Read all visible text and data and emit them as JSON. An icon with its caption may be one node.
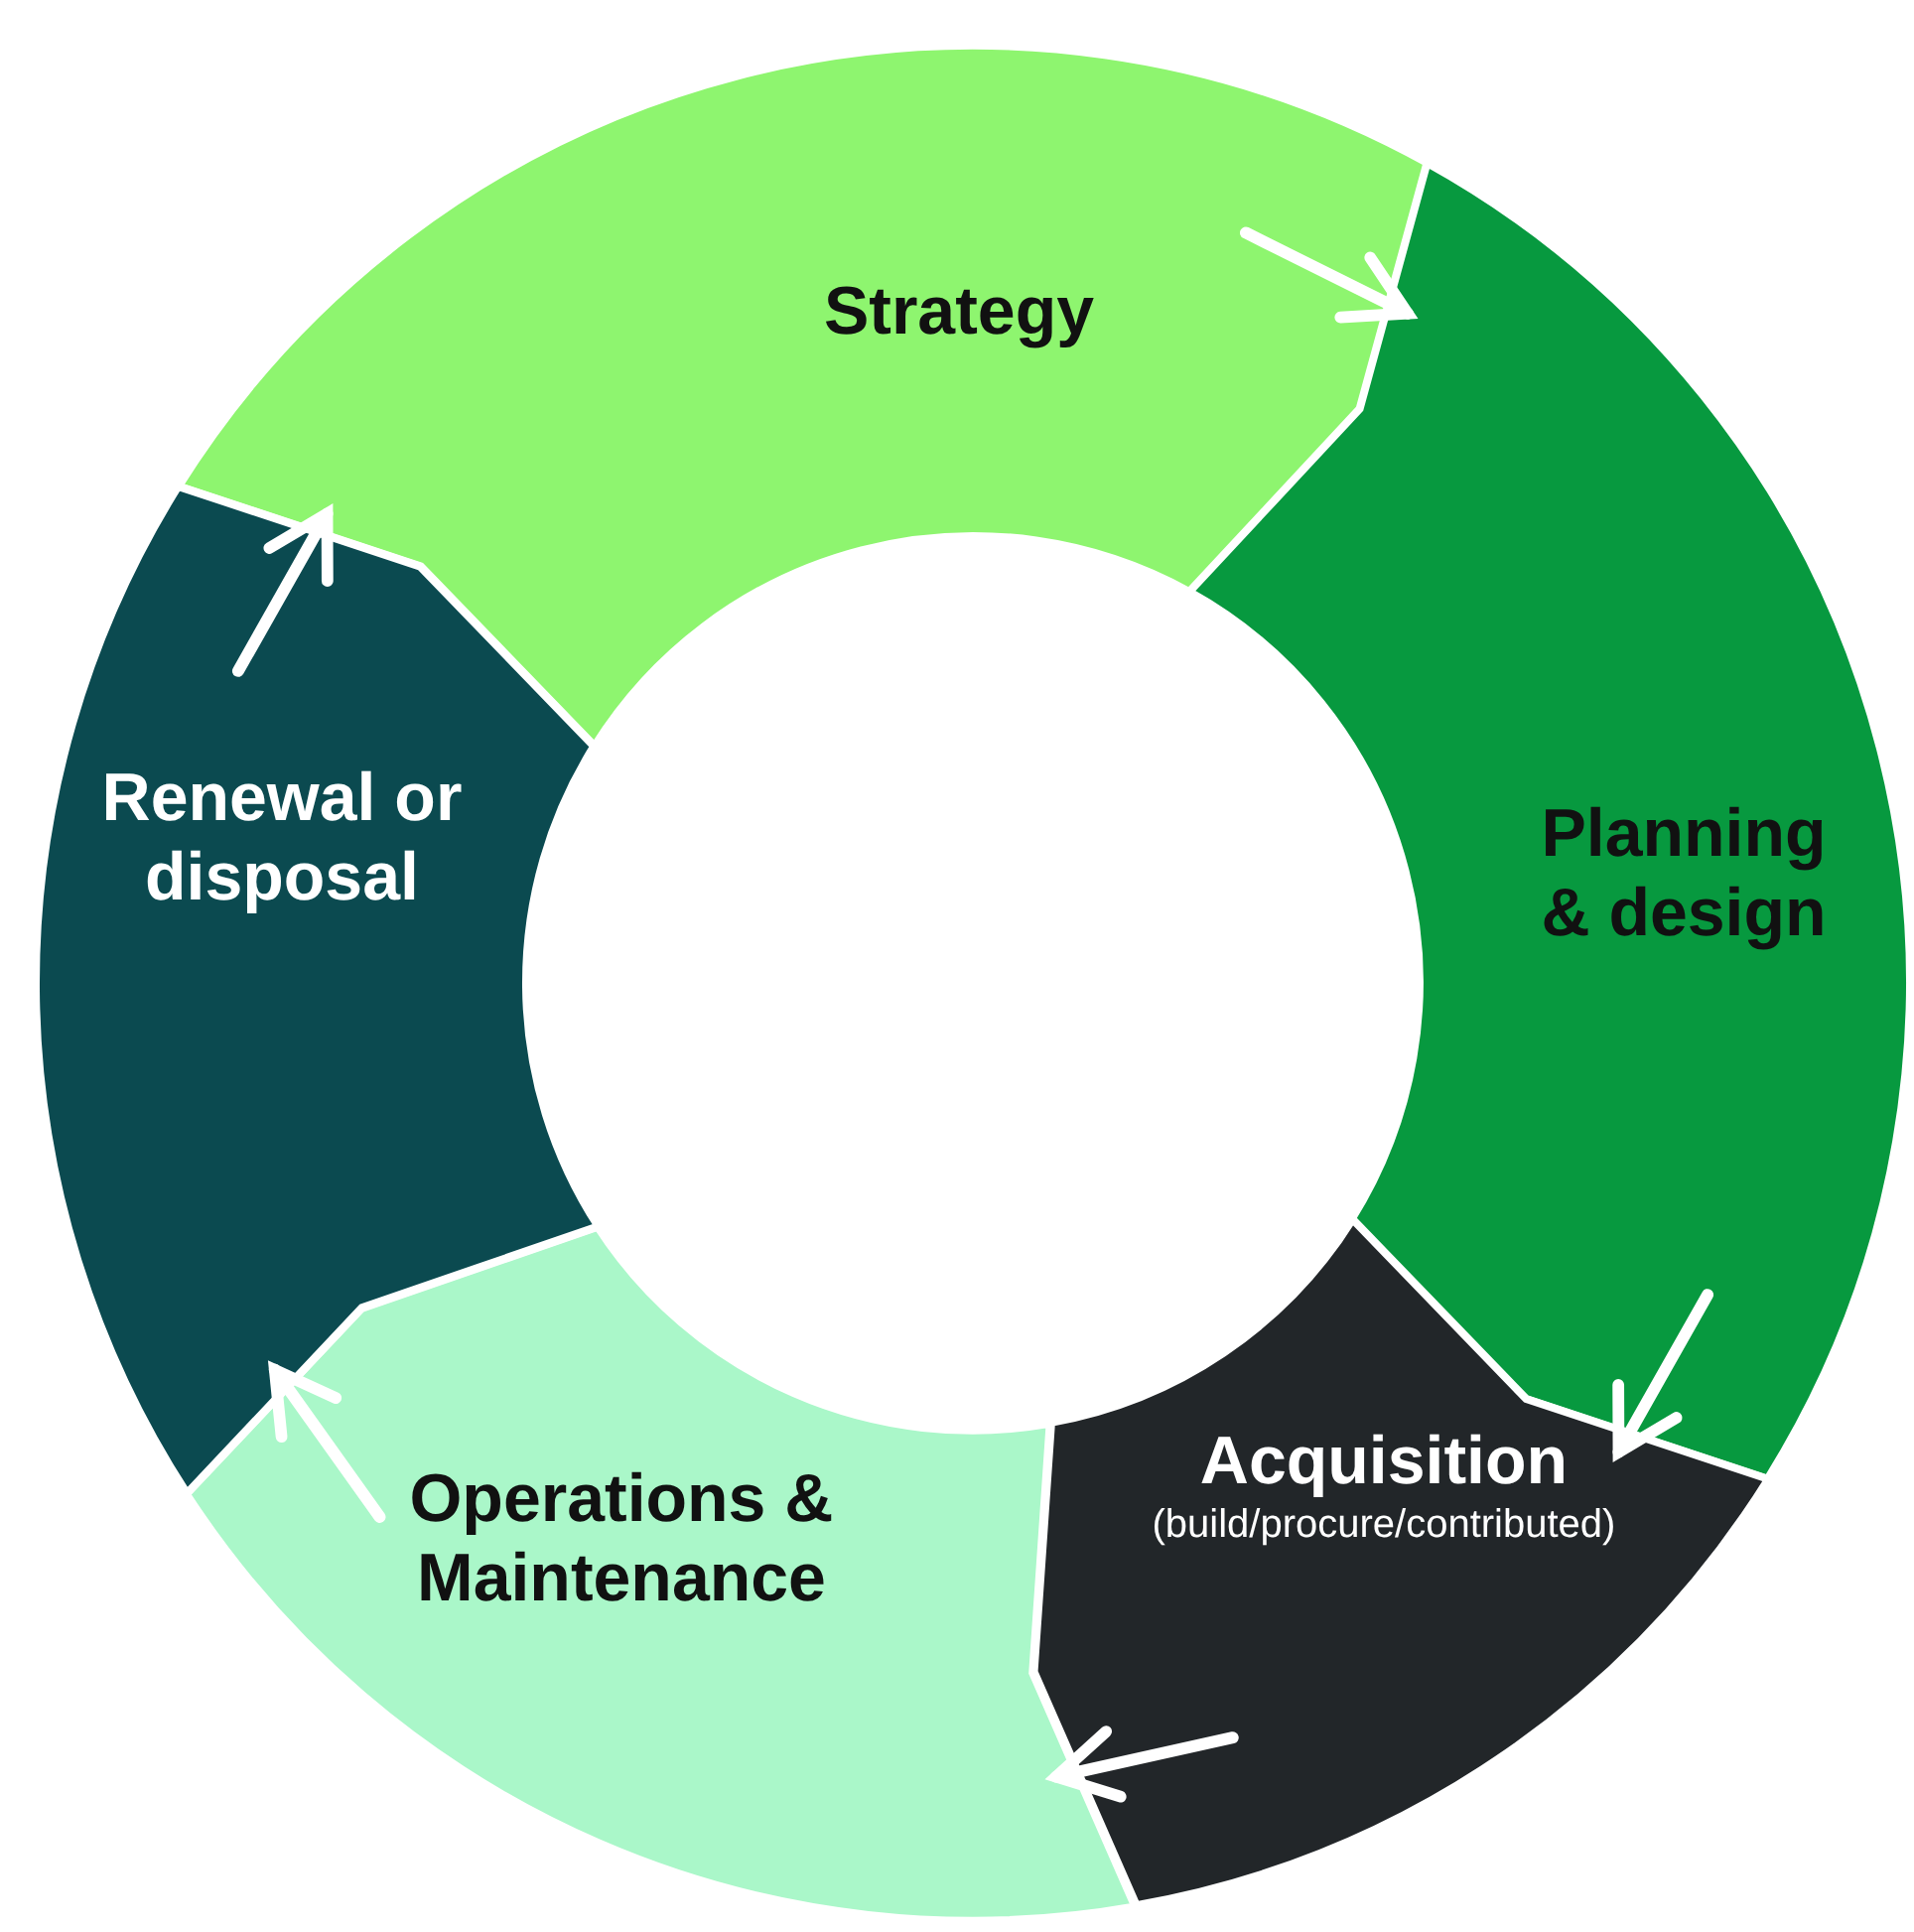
{
  "diagram": {
    "nodes": [
      {
        "text": [
          "Strategy"
        ]
      },
      {
        "text": [
          "Planning & design"
        ]
      },
      {
        "text": [
          "Acquisition",
          "(build/procure/contributed)"
        ]
      },
      {
        "text": [
          "Operations & Maintenance"
        ]
      },
      {
        "text": [
          "Renewal or disposal"
        ]
      }
    ],
    "edges": [
      {
        "from": 0,
        "to": 1,
        "arrow": "to"
      },
      {
        "from": 1,
        "to": 2,
        "arrow": "to"
      },
      {
        "from": 2,
        "to": 3,
        "arrow": "to"
      },
      {
        "from": 3,
        "to": 4,
        "arrow": "to"
      },
      {
        "from": 4,
        "to": 0,
        "arrow": "to"
      }
    ]
  }
}
